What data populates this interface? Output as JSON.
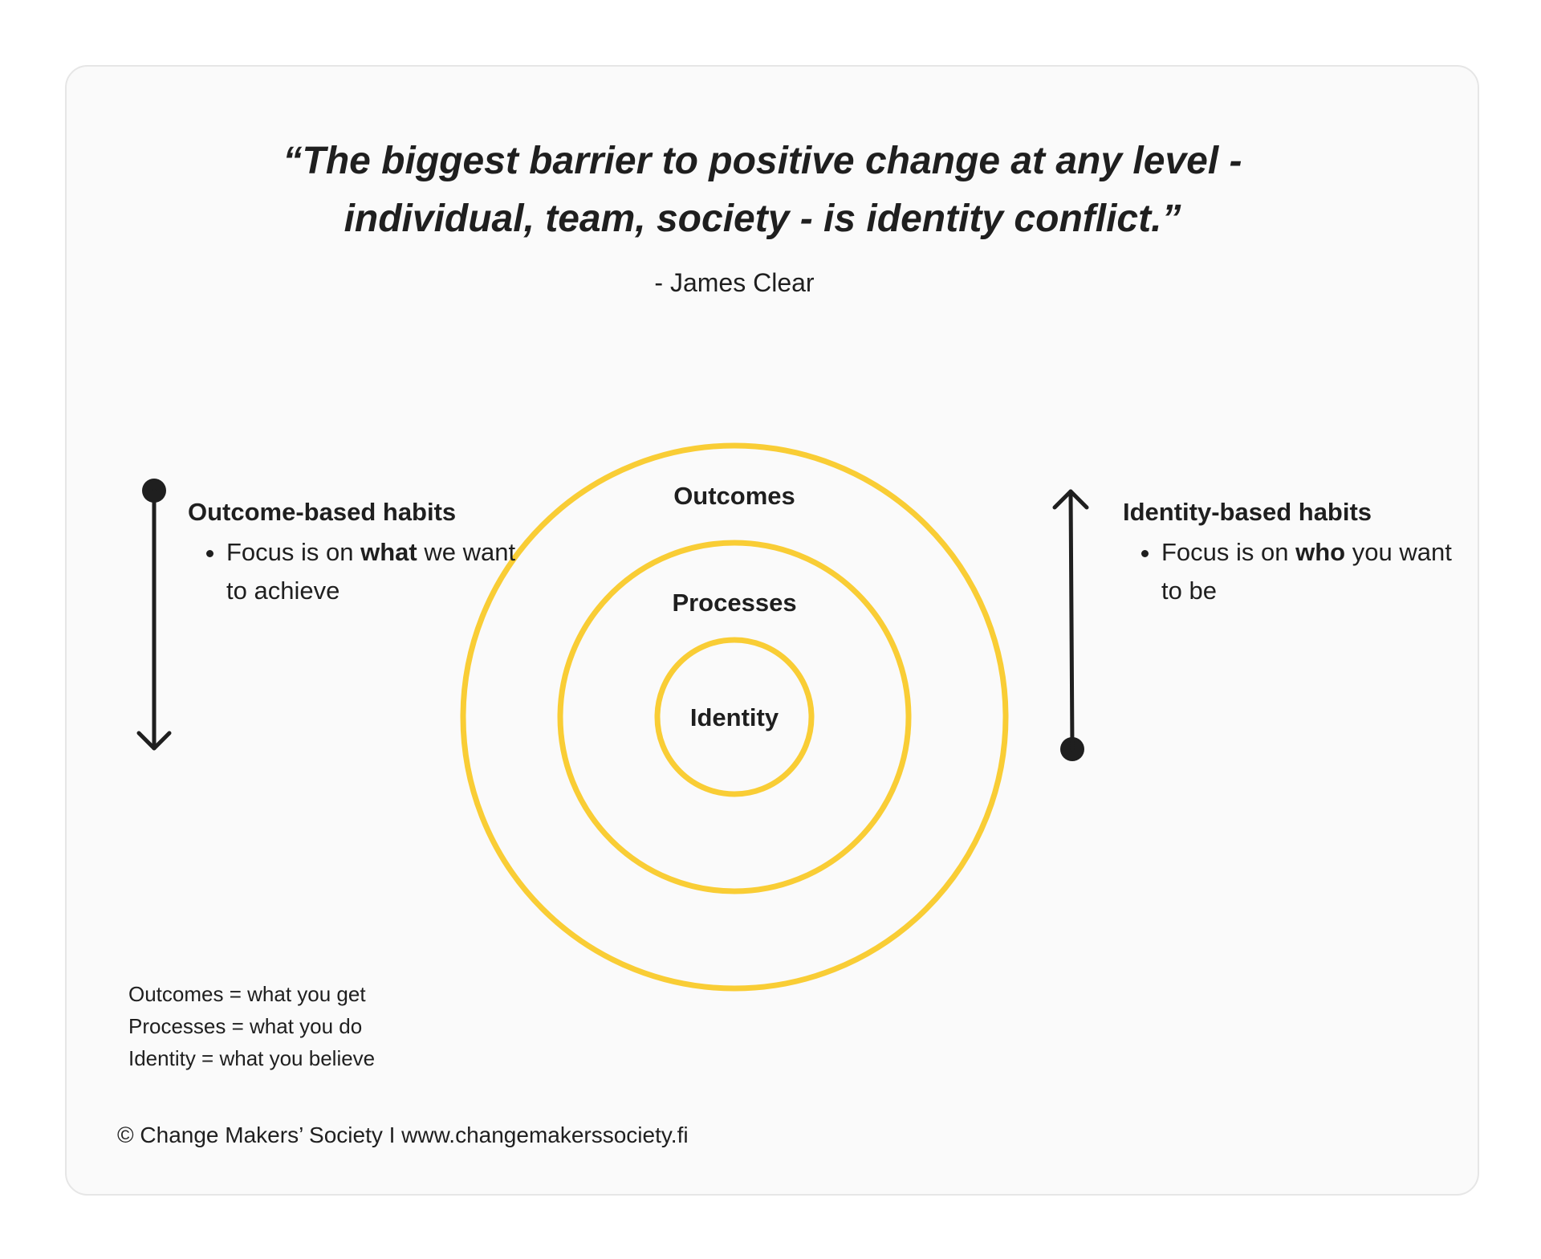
{
  "quote": {
    "line1": "“The biggest barrier to positive change at any level -",
    "line2": "individual, team, society - is identity conflict.”",
    "author": "- James Clear"
  },
  "rings": {
    "outer_label": "Outcomes",
    "middle_label": "Processes",
    "inner_label": "Identity",
    "color": "#F9CD35"
  },
  "left_block": {
    "title": "Outcome-based habits",
    "bullet_prefix": "Focus is on ",
    "bullet_bold": "what",
    "bullet_suffix": " we want to achieve",
    "arrow_direction": "down"
  },
  "right_block": {
    "title": "Identity-based habits",
    "bullet_prefix": "Focus is on ",
    "bullet_bold": "who",
    "bullet_suffix": " you want to be",
    "arrow_direction": "up"
  },
  "legend": {
    "line1": "Outcomes = what you get",
    "line2": "Processes = what you do",
    "line3": "Identity = what you believe"
  },
  "footer": {
    "text": "© Change Makers’ Society I www.changemakerssociety.fi"
  },
  "colors": {
    "card_bg": "#FAFAFA",
    "text": "#1F1F1F",
    "ring": "#F9CD35"
  }
}
